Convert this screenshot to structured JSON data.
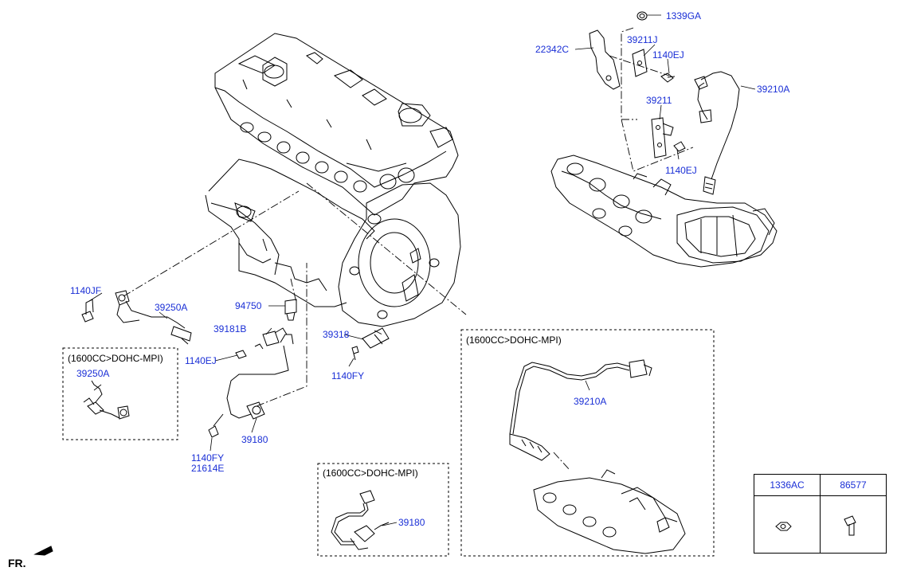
{
  "labels": {
    "p1339GA": "1339GA",
    "p22342C": "22342C",
    "p39211J": "39211J",
    "p1140EJ_a": "1140EJ",
    "p39210A_a": "39210A",
    "p39211": "39211",
    "p1140EJ_b": "1140EJ",
    "p1140JF": "1140JF",
    "p39250A_a": "39250A",
    "p94750": "94750",
    "p39181B": "39181B",
    "p1140EJ_c": "1140EJ",
    "p39318": "39318",
    "p1140FY_a": "1140FY",
    "p39250A_b": "39250A",
    "p39180_a": "39180",
    "p1140FY_b": "1140FY",
    "p21614E": "21614E",
    "p39210A_b": "39210A",
    "p39180_b": "39180"
  },
  "boxes": {
    "box_left_title": "(1600CC>DOHC-MPI)",
    "box_right_title": "(1600CC>DOHC-MPI)",
    "box_bottom_title": "(1600CC>DOHC-MPI)"
  },
  "legend": {
    "left_header": "1336AC",
    "right_header": "86577"
  },
  "orientation": {
    "label": "FR."
  }
}
